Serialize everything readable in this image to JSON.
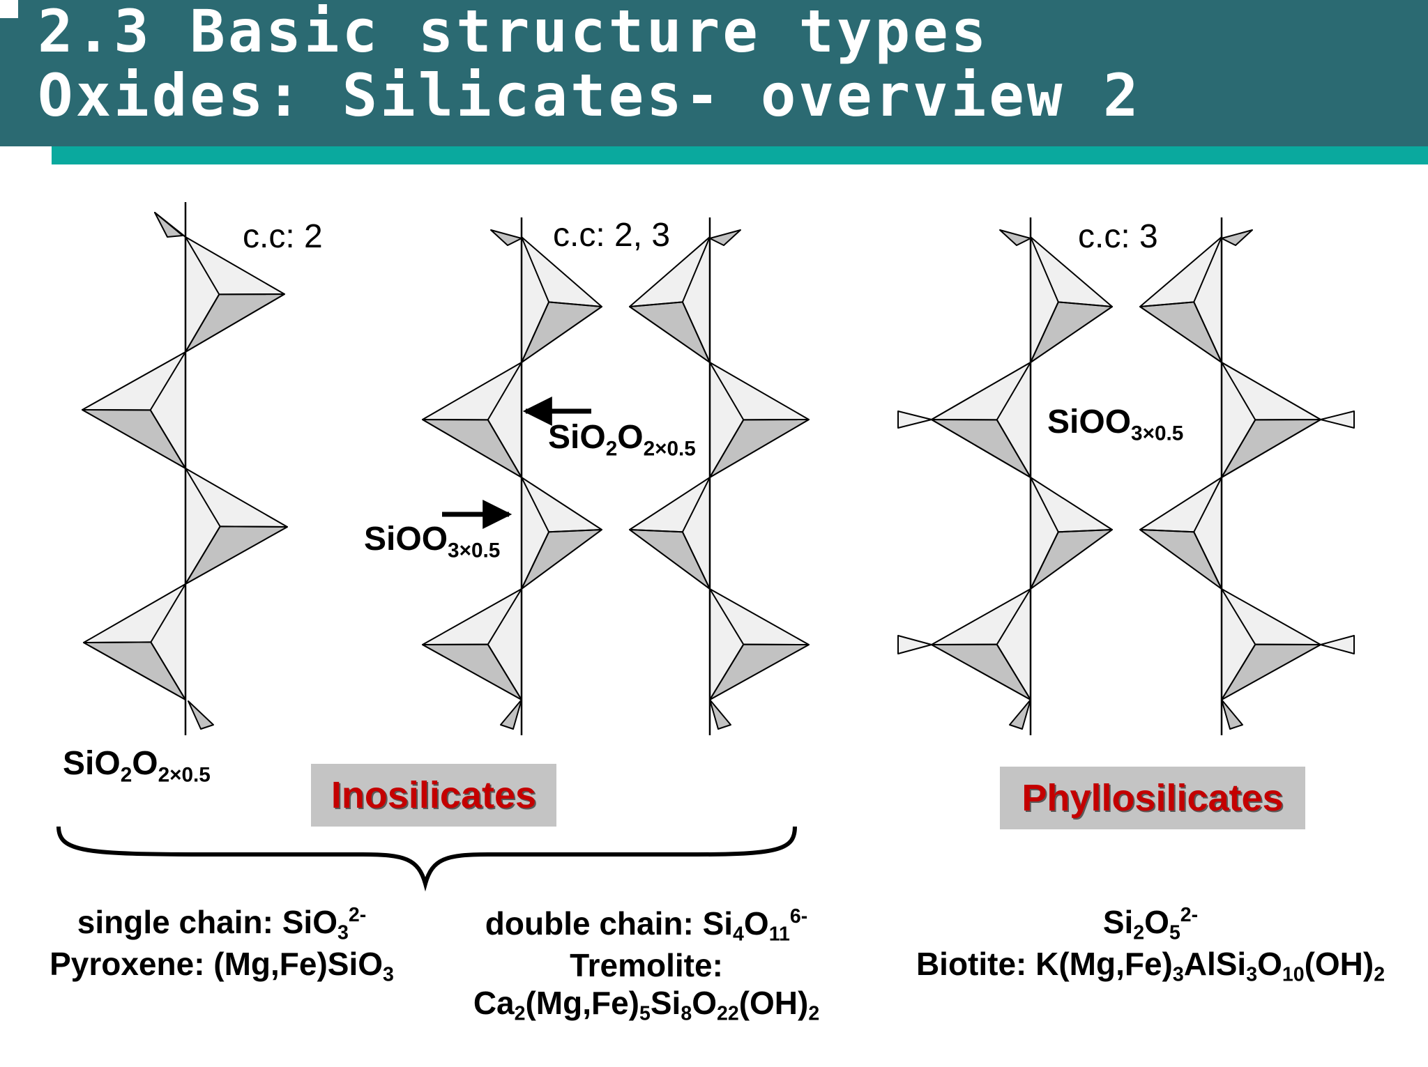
{
  "header": {
    "title_line1": "2.3 Basic structure types",
    "title_line2": "Oxides: Silicates- overview 2",
    "bg_color": "#2b6a72",
    "accent_color": "#0aa99e"
  },
  "panels": {
    "single": {
      "cc": "c.c: 2",
      "formula_base": "SiO",
      "formula_sub1": "2",
      "formula_mid": "O",
      "formula_sub2": "2×0.5"
    },
    "double": {
      "cc": "c.c: 2, 3",
      "label1_base": "SiO",
      "label1_sub1": "2",
      "label1_mid": "O",
      "label1_sub2": "2×0.5",
      "label2_base": "SiOO",
      "label2_sub": "3×0.5"
    },
    "sheet": {
      "cc": "c.c: 3",
      "label_base": "SiOO",
      "label_sub": "3×0.5"
    }
  },
  "tags": {
    "inosilicates": "Inosilicates",
    "phyllosilicates": "Phyllosilicates",
    "text_color": "#c40000"
  },
  "bottom": {
    "single": {
      "a": "single chain: SiO",
      "a_sub": "3",
      "a_sup": "2-",
      "b": "Pyroxene: (Mg,Fe)SiO",
      "b_sub": "3"
    },
    "double": {
      "a": "double chain: Si",
      "a_sub1": "4",
      "a_mid": "O",
      "a_sub2": "11",
      "a_sup": "6-",
      "b": "Tremolite:",
      "c1": "Ca",
      "c1s": "2",
      "c2": "(Mg,Fe)",
      "c2s": "5",
      "c3": "Si",
      "c3s": "8",
      "c4": "O",
      "c4s": "22",
      "c5": "(OH)",
      "c5s": "2"
    },
    "sheet": {
      "a1": "Si",
      "a1s": "2",
      "a2": "O",
      "a2s": "5",
      "a_sup": "2-",
      "b1": "Biotite: K(Mg,Fe)",
      "b1s": "3",
      "b2": "AlSi",
      "b2s": "3",
      "b3": "O",
      "b3s": "10",
      "b4": "(OH)",
      "b4s": "2"
    }
  }
}
